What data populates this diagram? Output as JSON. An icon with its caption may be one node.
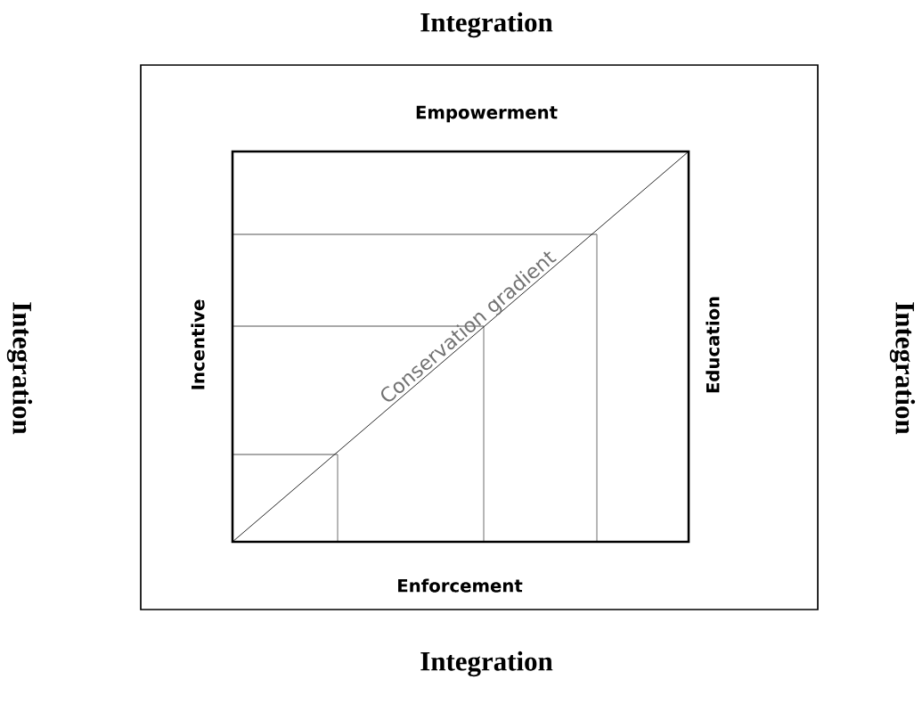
{
  "diagram": {
    "nodes": [
      {
        "text": [
          "Empowerment",
          "Incentive",
          "Education",
          "Enforcement"
        ]
      },
      {
        "text": [
          "Conservation gradient"
        ],
        "in": 0
      }
    ],
    "labels": [
      "Integration",
      "Integration",
      "Integration",
      "Integration"
    ]
  }
}
